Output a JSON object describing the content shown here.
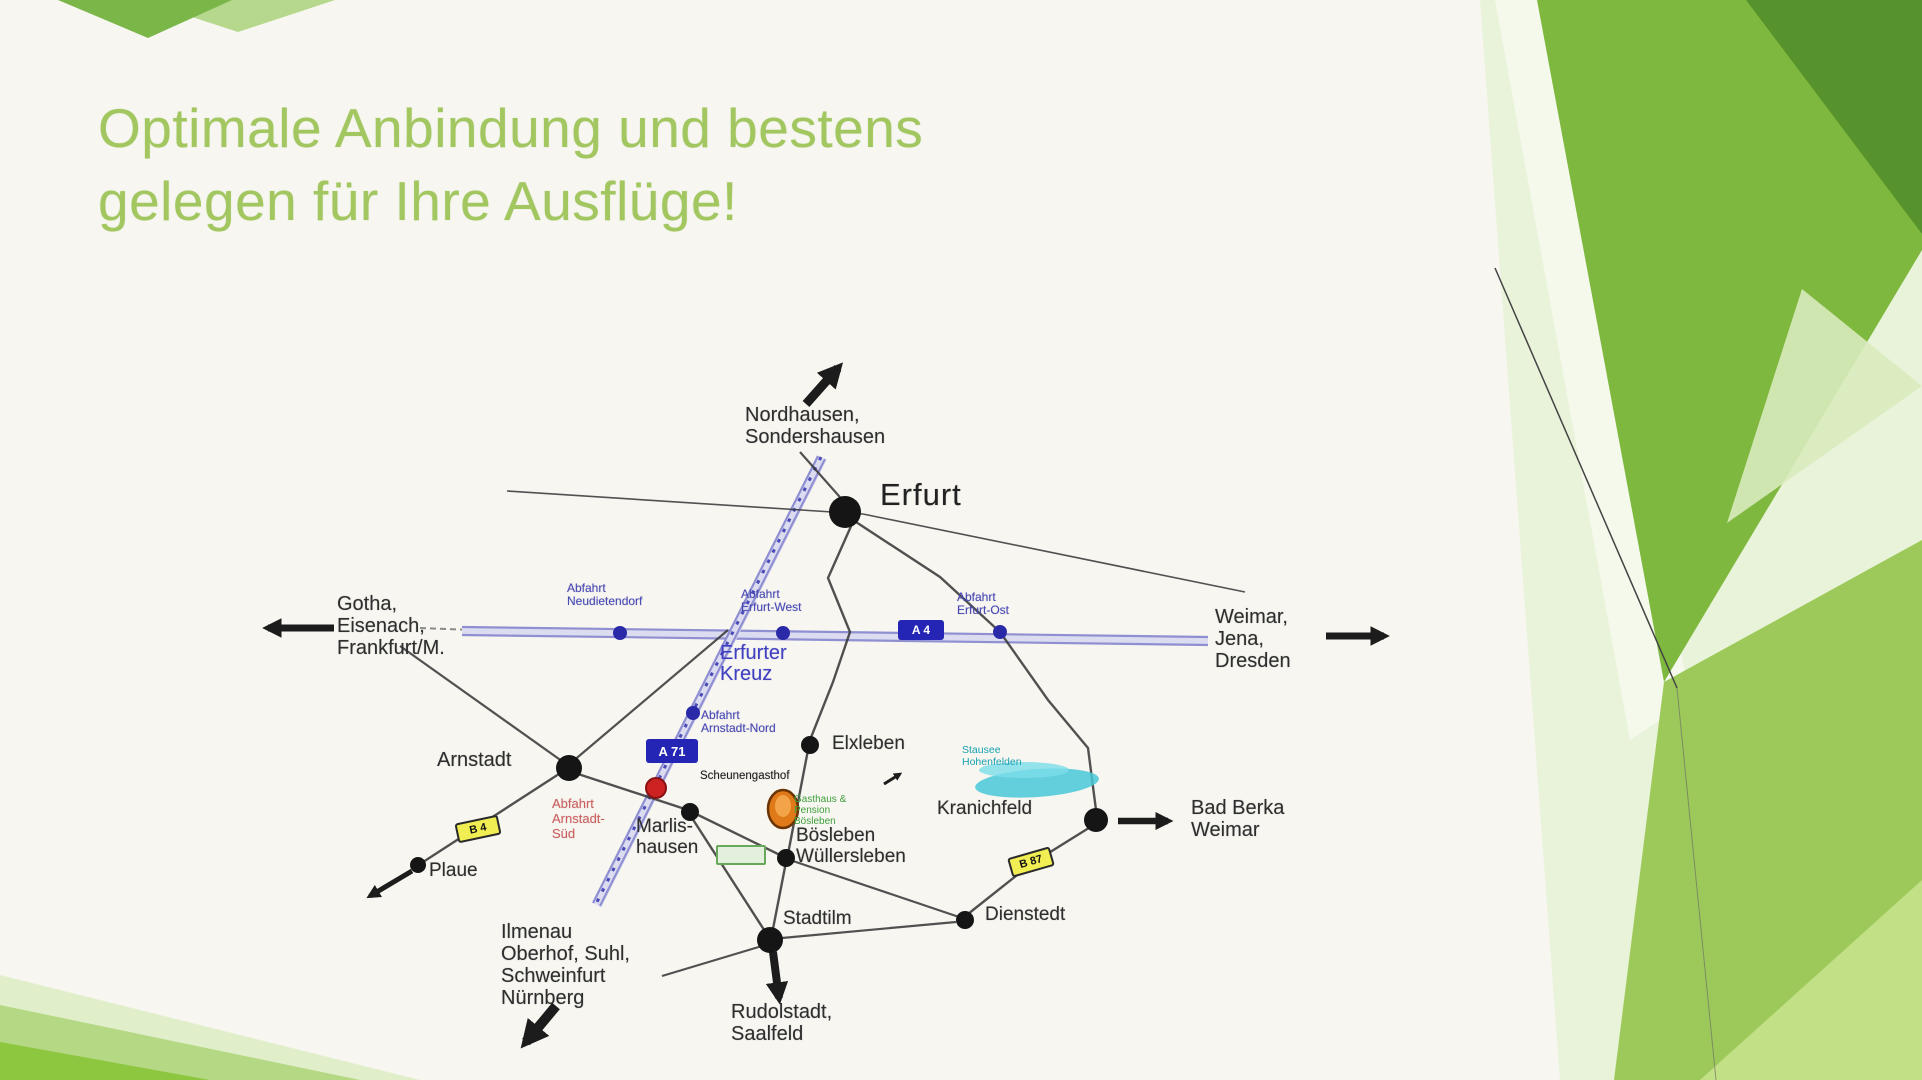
{
  "slide": {
    "title": "Optimale Anbindung und bestens\ngelegen für Ihre Ausflüge!"
  },
  "map": {
    "cities": {
      "erfurt": "Erfurt",
      "arnstadt": "Arnstadt",
      "elxleben": "Elxleben",
      "marlishausen": "Marlis-\nhausen",
      "boesleben_wuellersleben": "Bösleben\nWüllersleben",
      "kranichfeld": "Kranichfeld",
      "stadtilm": "Stadtilm",
      "dienstedt": "Dienstedt",
      "plaue": "Plaue"
    },
    "directions": {
      "nordhausen": "Nordhausen,\nSondershausen",
      "gotha": "Gotha,\nEisenach,\nFrankfurt/M.",
      "weimar": "Weimar,\nJena,\nDresden",
      "bad_berka": "Bad Berka\nWeimar",
      "ilmenau": "Ilmenau\nOberhof, Suhl,\nSchweinfurt\nNürnberg",
      "rudolstadt": "Rudolstadt,\nSaalfeld"
    },
    "exits": {
      "neudietendorf": "Abfahrt\nNeudietendorf",
      "erfurt_west": "Abfahrt\nErfurt-West",
      "erfurt_ost": "Abfahrt\nErfurt-Ost",
      "arnstadt_nord": "Abfahrt\nArnstadt-Nord",
      "arnstadt_sued": "Abfahrt\nArnstadt-\nSüd",
      "erfurter_kreuz": "Erfurter\nKreuz"
    },
    "shields": {
      "a4": "A 4",
      "a71": "A 71",
      "b4": "B 4",
      "b87": "B 87"
    },
    "landmarks": {
      "lake": "Stausee\nHohenfelden",
      "inn_pointer": "Scheunengasthof",
      "inn_caption": "Gasthaus &\nPension\nBösleben"
    }
  },
  "colors": {
    "title_green": "#a3c760",
    "deco_green_bright": "#7fb83e",
    "deco_green_dark": "#57932c",
    "deco_green_light": "#9cc95a",
    "deco_green_pale": "#e9f3d9",
    "autobahn_blue": "#8f8fd2",
    "shield_blue": "#2525b5",
    "shield_yellow": "#f0ee52",
    "exit_text_blue": "#4747b2",
    "exit_red": "#c96060",
    "lake_teal": "#49c8d8",
    "landmark_orange": "#e07a18"
  }
}
